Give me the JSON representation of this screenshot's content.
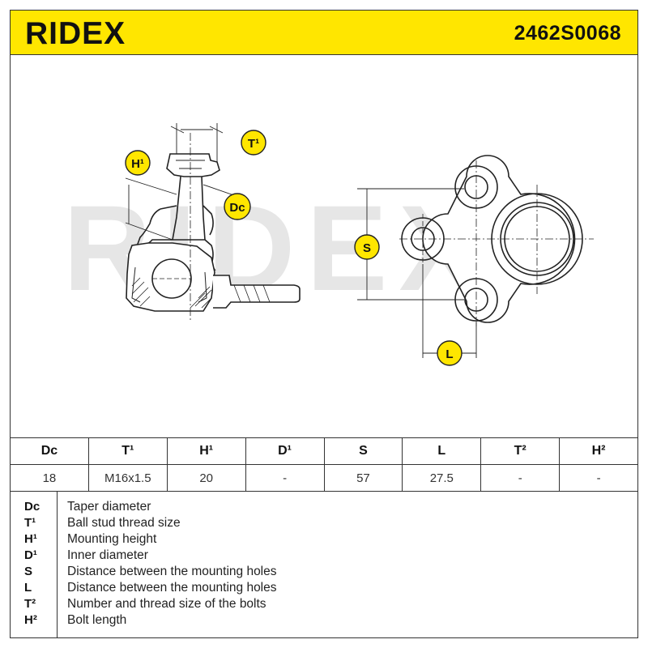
{
  "brand": {
    "logo_text": "RIDEX",
    "part_number": "2462S0068",
    "header_color": "#ffe600"
  },
  "drawing": {
    "watermark_text": "RIDEX",
    "labels": {
      "T1": "T¹",
      "H1": "H¹",
      "Dc": "Dc",
      "S": "S",
      "L": "L"
    },
    "label_color": "#ffe600"
  },
  "spec_table": {
    "headers": [
      "Dc",
      "T¹",
      "H¹",
      "D¹",
      "S",
      "L",
      "T²",
      "H²"
    ],
    "values": [
      "18",
      "M16x1.5",
      "20",
      "-",
      "57",
      "27.5",
      "-",
      "-"
    ]
  },
  "legend": [
    {
      "abbr": "Dc",
      "desc": "Taper diameter"
    },
    {
      "abbr": "T¹",
      "desc": "Ball stud thread size"
    },
    {
      "abbr": "H¹",
      "desc": "Mounting height"
    },
    {
      "abbr": "D¹",
      "desc": "Inner diameter"
    },
    {
      "abbr": "S",
      "desc": "Distance between the mounting holes"
    },
    {
      "abbr": "L",
      "desc": "Distance between the mounting holes"
    },
    {
      "abbr": "T²",
      "desc": "Number and thread size of the bolts"
    },
    {
      "abbr": "H²",
      "desc": "Bolt length"
    }
  ]
}
